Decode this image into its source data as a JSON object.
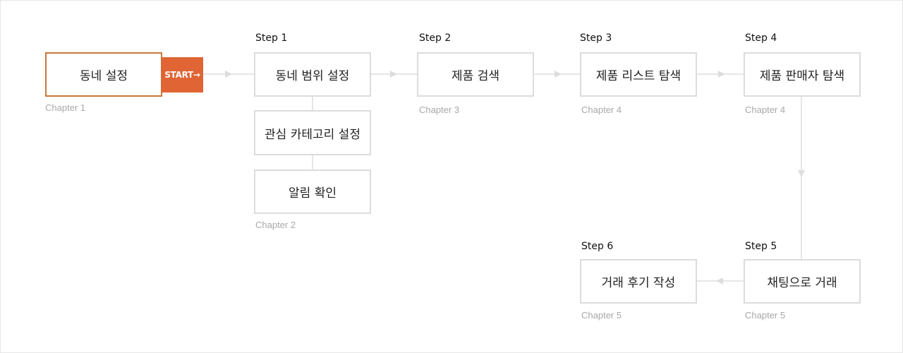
{
  "start_node": {
    "label": "동네 설정",
    "chapter": "Chapter 1",
    "badge": "START→"
  },
  "steps": [
    {
      "label": "Step 1",
      "nodes": [
        "동네 범위 설정",
        "관심 카테고리 설정",
        "알림 확인"
      ],
      "chapter": "Chapter 2"
    },
    {
      "label": "Step 2",
      "nodes": [
        "제품 검색"
      ],
      "chapter": "Chapter 3"
    },
    {
      "label": "Step 3",
      "nodes": [
        "제품 리스트 탐색"
      ],
      "chapter": "Chapter 4"
    },
    {
      "label": "Step 4",
      "nodes": [
        "제품 판매자 탐색"
      ],
      "chapter": "Chapter 4"
    },
    {
      "label": "Step 5",
      "nodes": [
        "채팅으로 거래"
      ],
      "chapter": "Chapter 5"
    },
    {
      "label": "Step 6",
      "nodes": [
        "거래 후기 작성"
      ],
      "chapter": "Chapter 5"
    }
  ],
  "colors": {
    "accent": "#e06434",
    "start_border": "#c8773a",
    "box_border": "#dcdcdc",
    "connector": "#dddddd",
    "chapter_text": "#a8a8a8"
  }
}
